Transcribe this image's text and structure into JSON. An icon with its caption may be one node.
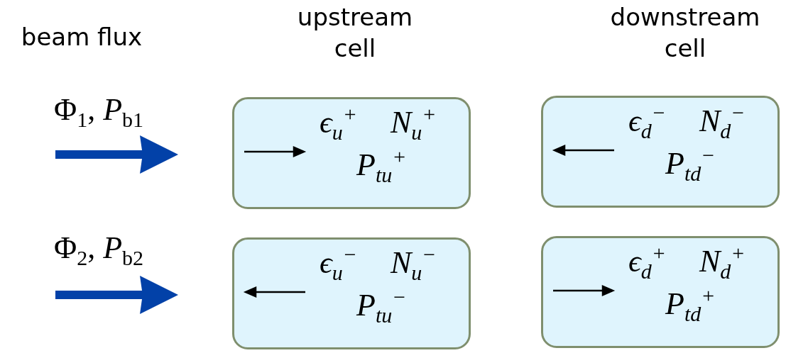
{
  "diagram": {
    "nodes": [
      {
        "text": [
          "ϵ$_{u}$$^{+}$",
          "N$_{u}$$^{+}$",
          "P$_{tu}$$^{+}$"
        ]
      },
      {
        "text": [
          "ϵ$_{d}$$^{−}$",
          "N$_{d}$$^{−}$",
          "P$_{td}$$^{−}$"
        ]
      },
      {
        "text": [
          "ϵ$_{u}$$^{−}$",
          "N$_{u}$$^{−}$",
          "P$_{tu}$$^{−}$"
        ]
      },
      {
        "text": [
          "ϵ$_{d}$$^{+}$",
          "N$_{d}$$^{+}$",
          "P$_{td}$$^{+}$"
        ]
      }
    ],
    "labels": [
      "beam flux",
      "upstream cell",
      "downstream cell",
      "Φ$_{1}$, *P*$_{b1}$",
      "Φ$_{2}$, *P*$_{b2}$"
    ]
  }
}
